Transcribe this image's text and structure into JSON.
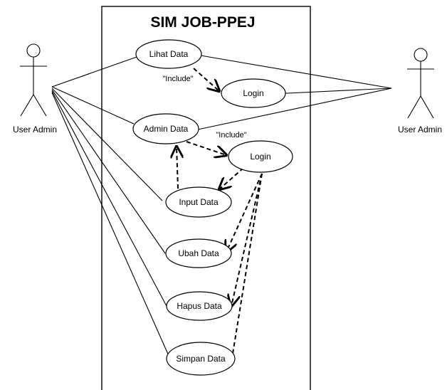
{
  "system": {
    "title": "SIM JOB-PPEJ"
  },
  "actors": [
    {
      "label": "User Admin"
    },
    {
      "label": "User Admin"
    }
  ],
  "use_cases": {
    "lihat_data": "Lihat Data",
    "login_1": "Login",
    "admin_data": "Admin Data",
    "login_2": "Login",
    "input_data": "Input Data",
    "ubah_data": "Ubah Data",
    "hapus_data": "Hapus Data",
    "simpan_data": "Simpan Data"
  },
  "relations": {
    "include_1": "\"Include\"",
    "include_2": "\"Include\""
  }
}
